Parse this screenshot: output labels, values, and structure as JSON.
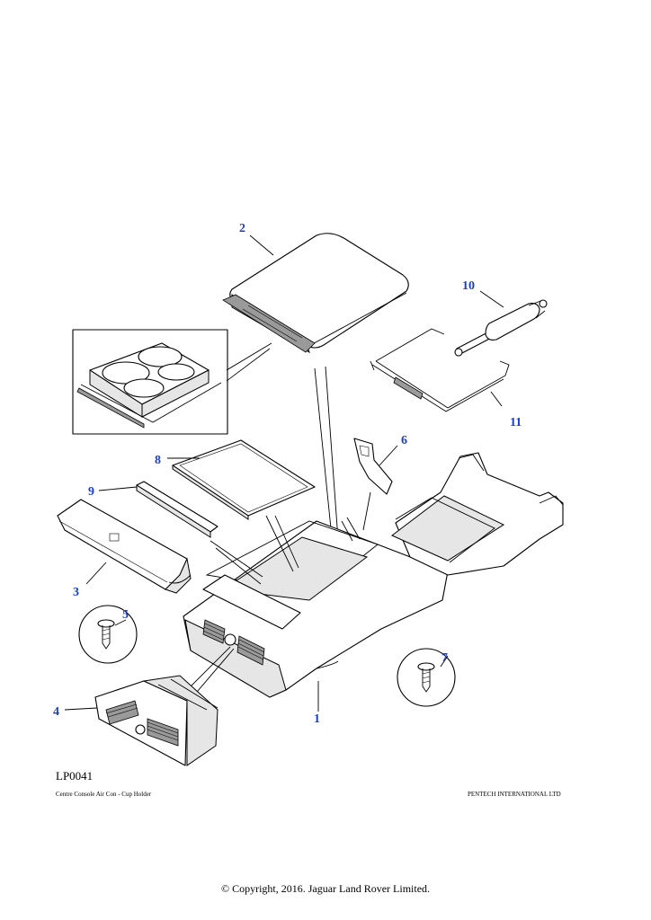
{
  "diagram": {
    "reference_code": "LP0041",
    "caption_left": "Centre Console Air Con - Cup Holder",
    "caption_right": "PENTECH INTERNATIONAL LTD",
    "copyright": "© Copyright, 2016. Jaguar Land Rover Limited.",
    "callouts": [
      "1",
      "2",
      "3",
      "4",
      "5",
      "6",
      "7",
      "8",
      "9",
      "10",
      "11"
    ],
    "callout_color": "#1a3fcf"
  }
}
